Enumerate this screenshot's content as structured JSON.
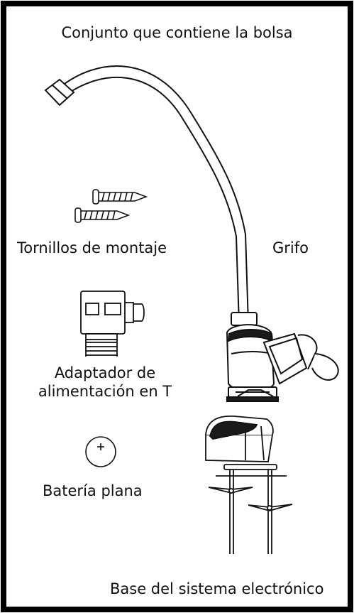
{
  "title": "Conjunto que contiene la bolsa",
  "labels": {
    "screws": "Tornillos de montaje",
    "faucet": "Grifo",
    "adapter": "Adaptador de alimentación en T",
    "battery": "Batería plana",
    "base": "Base del sistema electrónico"
  },
  "colors": {
    "line": "#111111",
    "border": "#000000",
    "background": "#ffffff"
  }
}
